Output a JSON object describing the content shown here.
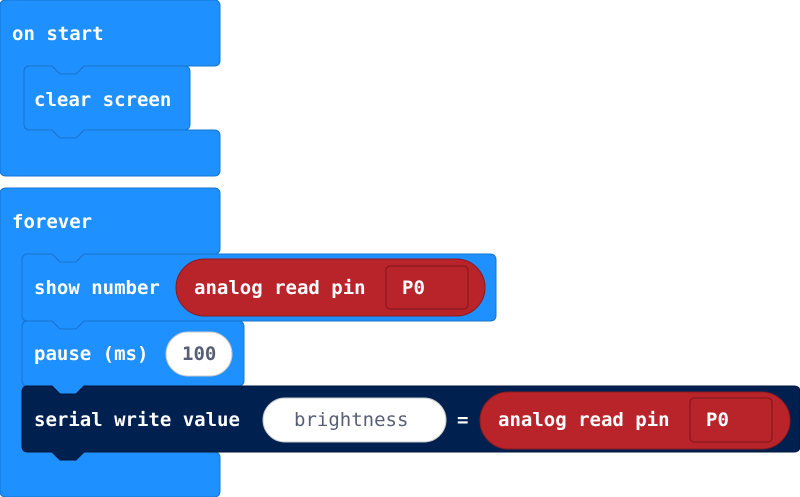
{
  "colors": {
    "basic_blue": "#1e90ff",
    "basic_blue_border": "#1873cc",
    "pins_red": "#b8242a",
    "pins_red_border": "#8e1a1f",
    "serial_navy": "#002050",
    "input_white": "#ffffff",
    "input_text": "#575e75"
  },
  "on_start": {
    "label": "on start",
    "children": [
      {
        "label": "clear screen"
      }
    ]
  },
  "forever": {
    "label": "forever",
    "show_number": {
      "label": "show number",
      "reporter": {
        "label": "analog read pin",
        "pin": "P0"
      }
    },
    "pause": {
      "label": "pause (ms)",
      "value": "100"
    },
    "serial_write_value": {
      "label": "serial write value",
      "name": "brightness",
      "equals": "=",
      "reporter": {
        "label": "analog read pin",
        "pin": "P0"
      }
    }
  }
}
